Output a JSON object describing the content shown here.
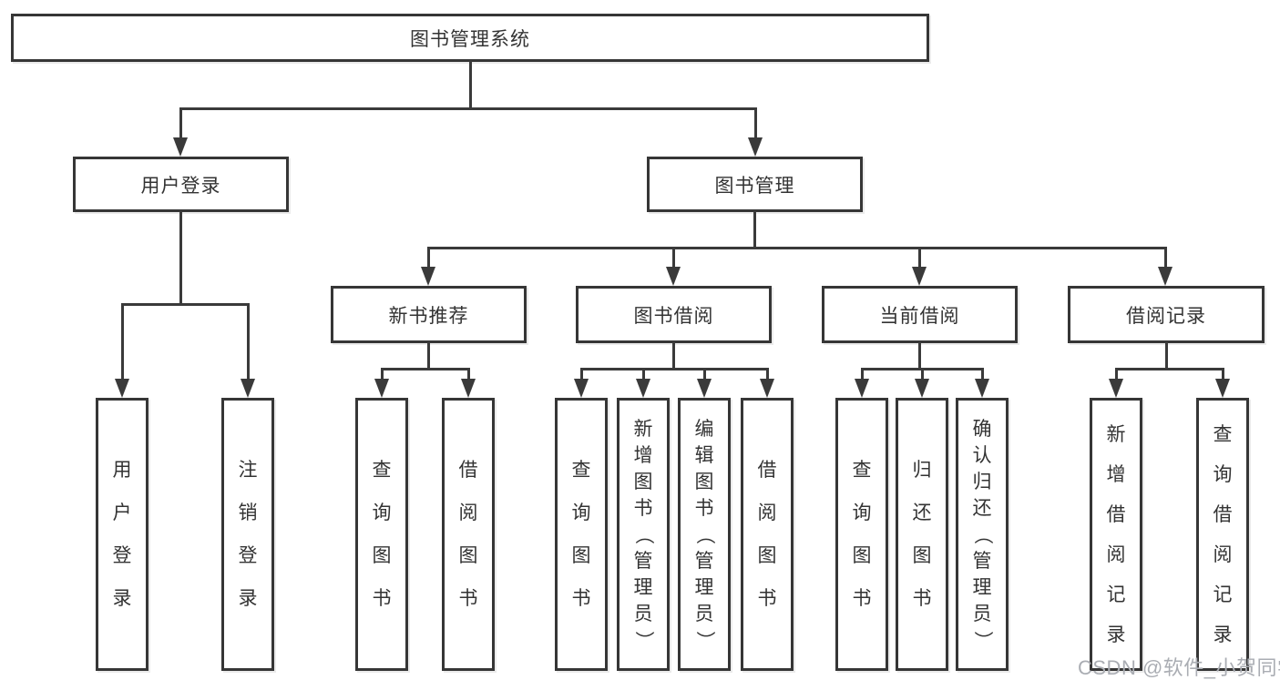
{
  "root": {
    "label": "图书管理系统"
  },
  "branches": [
    {
      "label": "用户登录",
      "children": [
        "用户登录",
        "注销登录"
      ]
    },
    {
      "label": "图书管理",
      "groups": [
        {
          "label": "新书推荐",
          "children": [
            "查询图书",
            "借阅图书"
          ]
        },
        {
          "label": "图书借阅",
          "children": [
            "查询图书",
            "新增图书（管理员）",
            "编辑图书（管理员）",
            "借阅图书"
          ]
        },
        {
          "label": "当前借阅",
          "children": [
            "查询图书",
            "归还图书",
            "确认归还（管理员）"
          ]
        },
        {
          "label": "借阅记录",
          "children": [
            "新增借阅记录",
            "查询借阅记录"
          ]
        }
      ]
    }
  ],
  "watermark": "CSDN @软件_小贺同学",
  "colors": {
    "line": "#3a3a3a",
    "border": "#363636",
    "text": "#333333",
    "watermark": "#aaadb3",
    "background": "#ffffff"
  }
}
